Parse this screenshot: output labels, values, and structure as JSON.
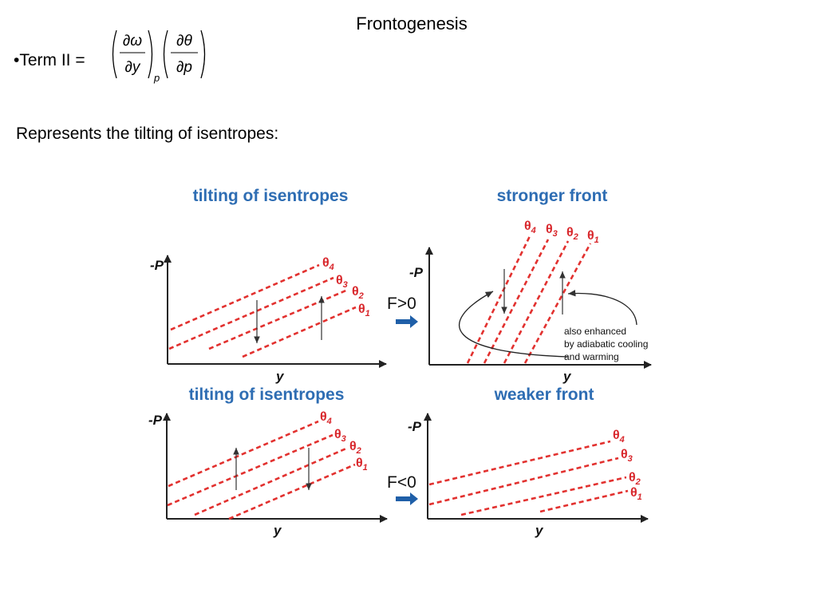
{
  "slide": {
    "title": "Frontogenesis",
    "bullet": "•Term II =",
    "caption": "Represents the tilting of isentropes:"
  },
  "formula": {
    "numerator_1": "∂ω",
    "denominator_1": "∂y",
    "subscript": "p",
    "numerator_2": "∂θ",
    "denominator_2": "∂p"
  },
  "figure": {
    "axis_y_label": "-P",
    "axis_x_label": "y",
    "theta_symbol": "θ",
    "theta_subscripts": [
      "4",
      "3",
      "2",
      "1"
    ],
    "panels": {
      "top_left": {
        "title": "tilting of isentropes"
      },
      "top_right": {
        "title": "stronger front",
        "f_label": "F>0",
        "note_lines": [
          "also enhanced",
          "by adiabatic cooling",
          "and warming"
        ]
      },
      "bottom_left": {
        "title": "tilting of isentropes"
      },
      "bottom_right": {
        "title": "weaker front",
        "f_label": "F<0"
      }
    },
    "colors": {
      "isentrope": "#e2312f",
      "title": "#2e6db3",
      "transition_arrow": "#1f5fa8"
    }
  }
}
